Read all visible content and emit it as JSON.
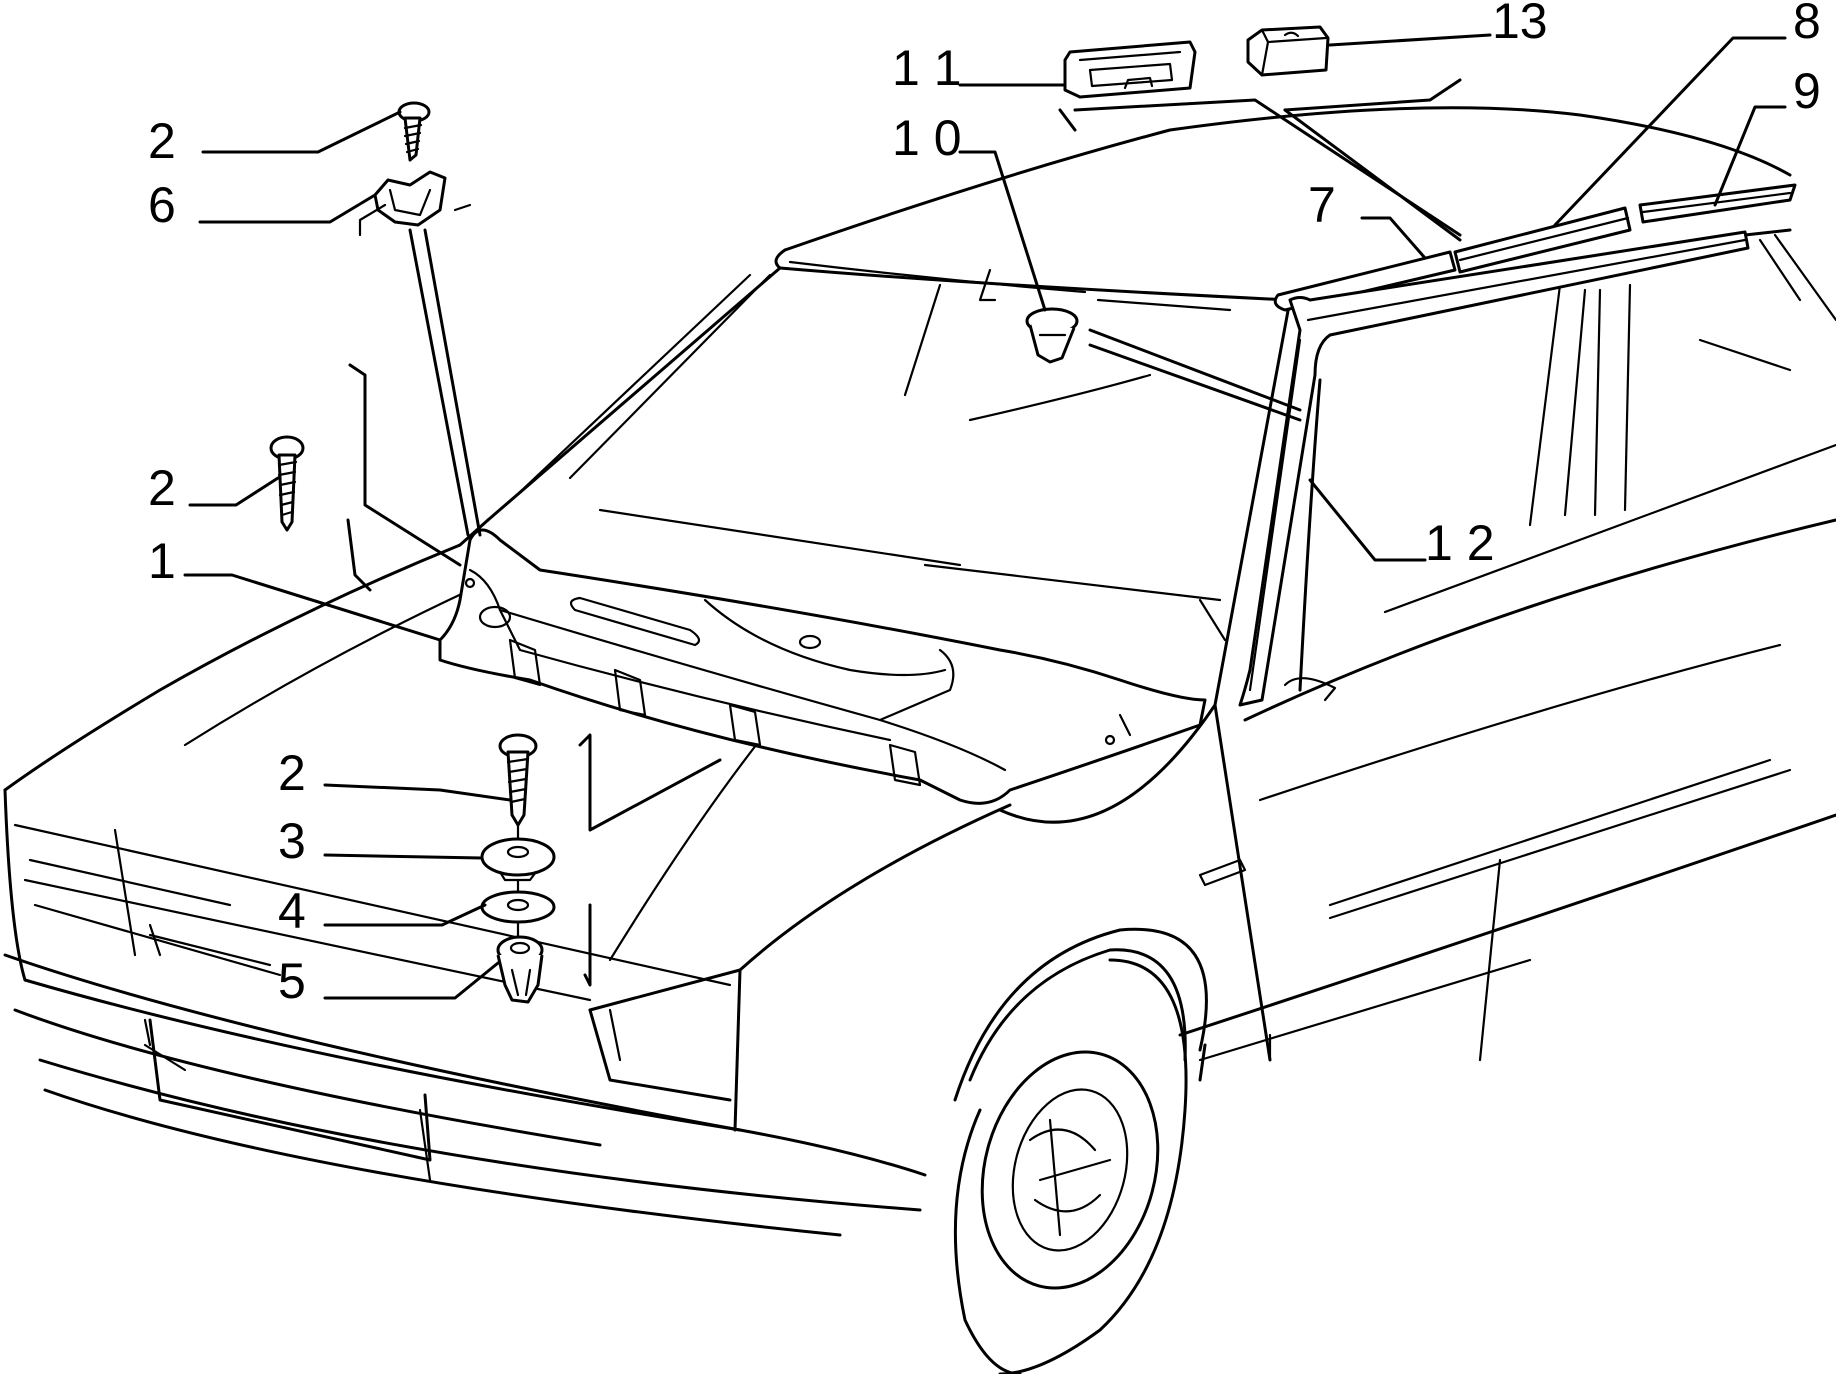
{
  "callouts": [
    {
      "id": "c1",
      "text": "1"
    },
    {
      "id": "c2a",
      "text": "2"
    },
    {
      "id": "c2b",
      "text": "2"
    },
    {
      "id": "c2c",
      "text": "2"
    },
    {
      "id": "c3",
      "text": "3"
    },
    {
      "id": "c4",
      "text": "4"
    },
    {
      "id": "c5",
      "text": "5"
    },
    {
      "id": "c6",
      "text": "6"
    },
    {
      "id": "c7",
      "text": "7"
    },
    {
      "id": "c8",
      "text": "8"
    },
    {
      "id": "c9",
      "text": "9"
    },
    {
      "id": "c10",
      "text": "1 0"
    },
    {
      "id": "c11",
      "text": "1 1"
    },
    {
      "id": "c12",
      "text": "1 2"
    },
    {
      "id": "c13",
      "text": "13"
    }
  ]
}
